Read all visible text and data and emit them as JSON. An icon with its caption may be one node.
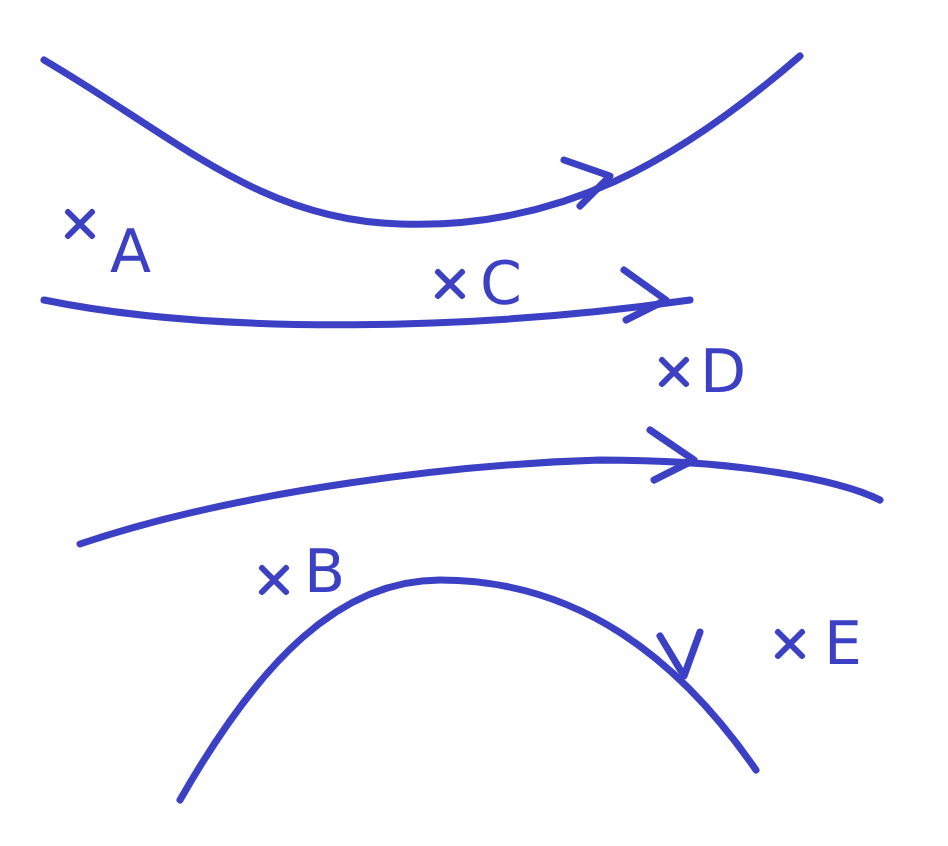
{
  "diagram": {
    "labels": [
      "A",
      "C",
      "D",
      "B",
      "E"
    ]
  }
}
